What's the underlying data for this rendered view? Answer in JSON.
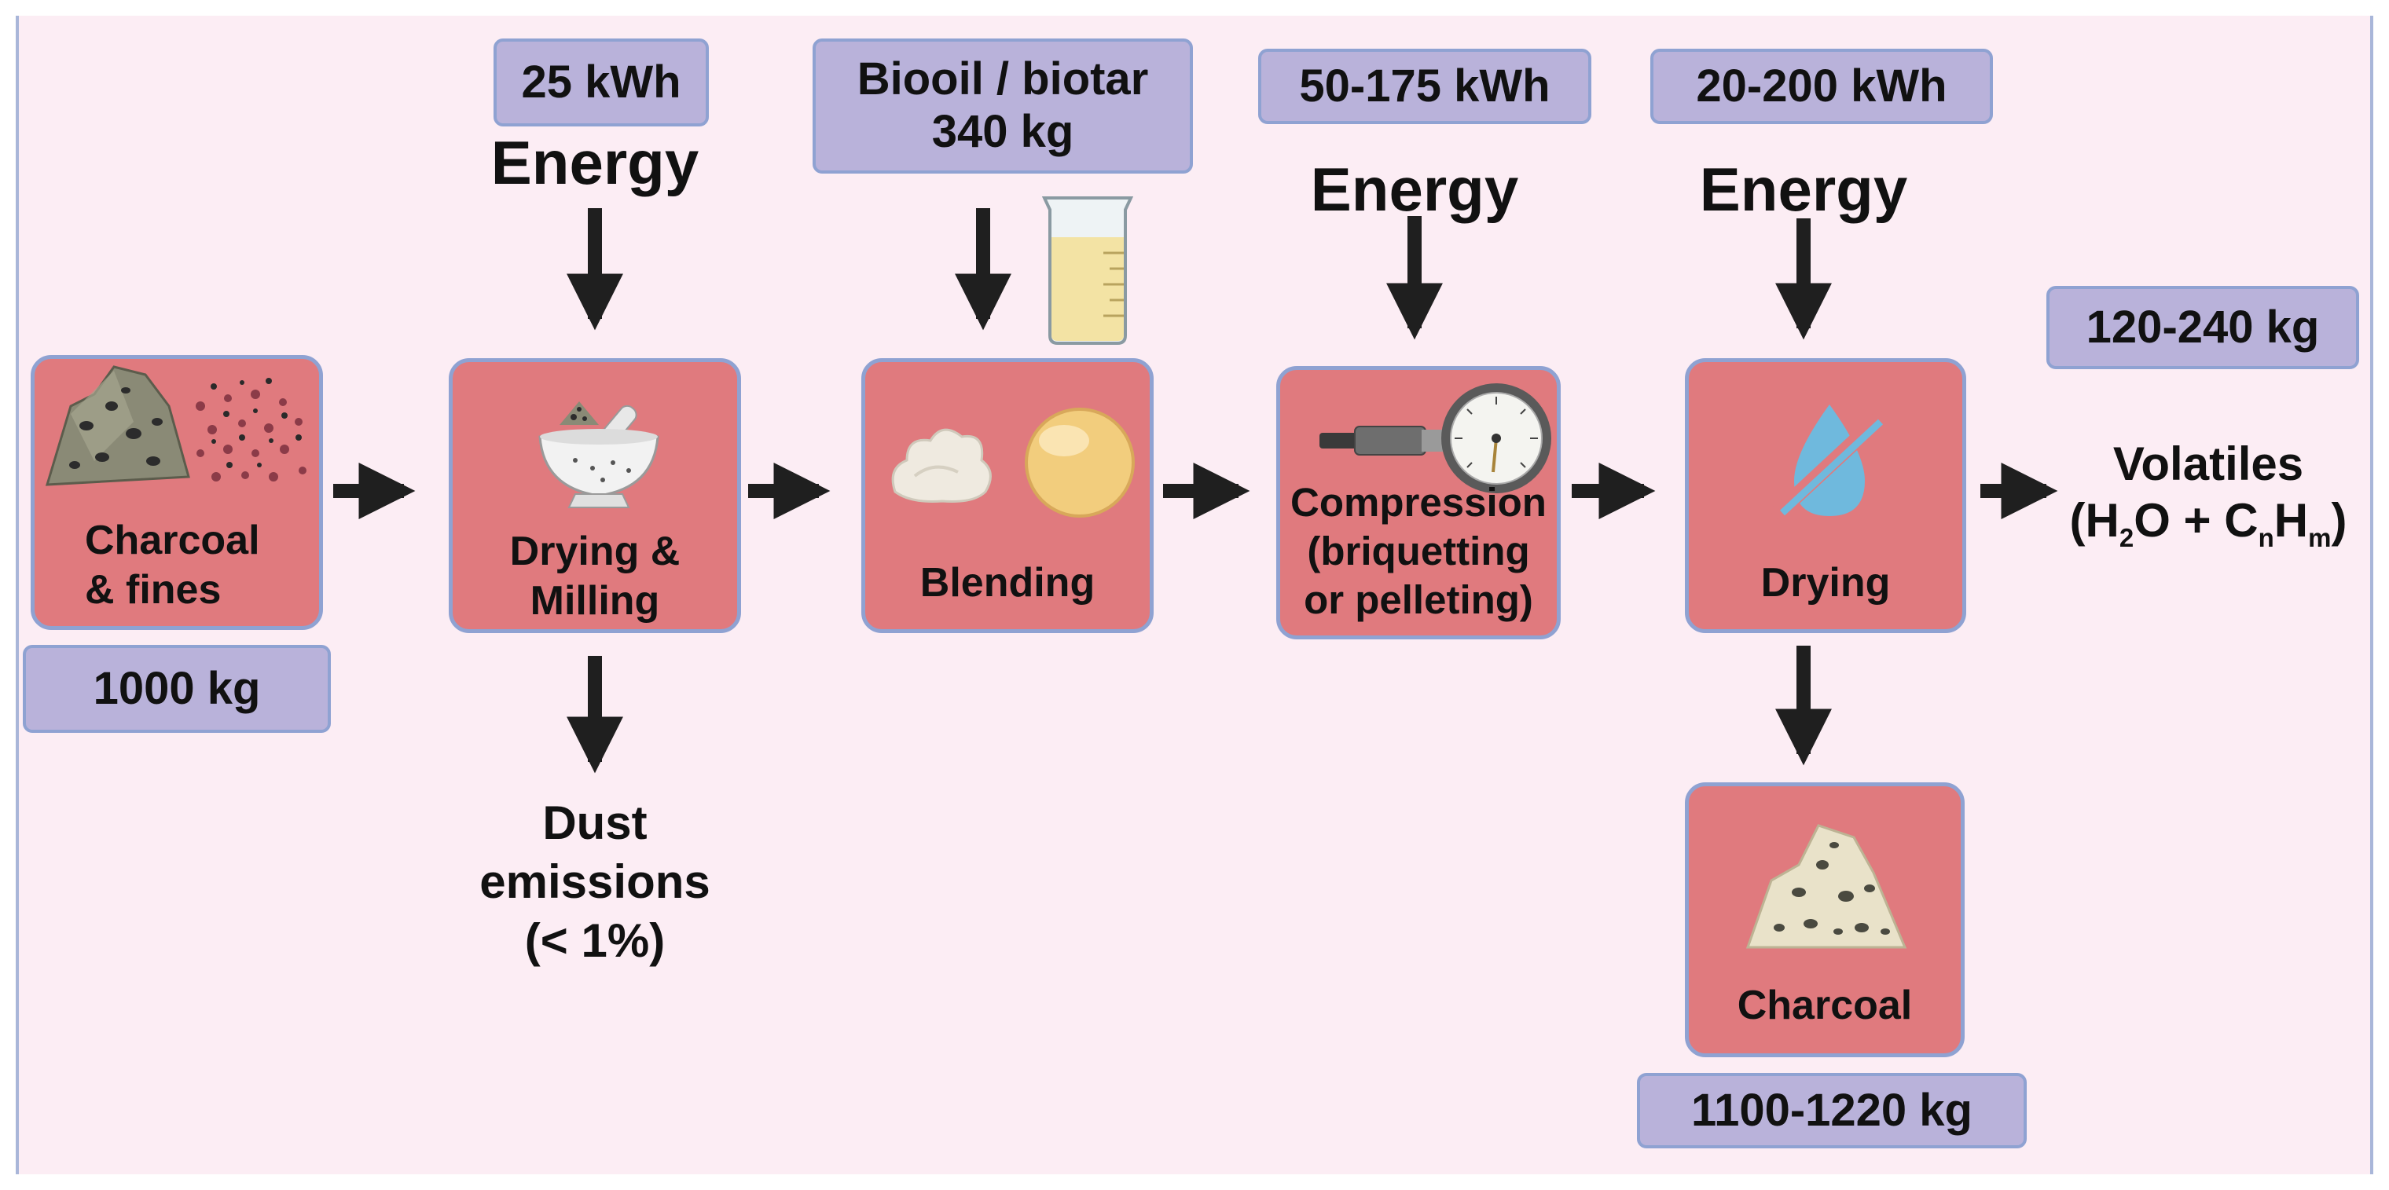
{
  "inputs": {
    "charcoal_mass": "1000 kg",
    "milling_energy": "25 kWh",
    "biooil": "Biooil / biotar\n340 kg",
    "compression_energy": "50-175 kWh",
    "drying_energy": "20-200 kWh"
  },
  "energy_label": "Energy",
  "steps": {
    "feedstock": "Charcoal\n& fines",
    "milling": "Drying &\nMilling",
    "blending": "Blending",
    "compression": "Compression\n(briquetting\nor pelleting)",
    "drying": "Drying",
    "product": "Charcoal"
  },
  "outputs": {
    "dust": "Dust\nemissions\n(< 1%)",
    "volatiles_mass": "120-240 kg",
    "volatiles_title": "Volatiles",
    "product_mass": "1100-1220 kg"
  },
  "colors": {
    "background": "#fcedf4",
    "process_box": "#e07a7e",
    "box_border": "#8fa2d2",
    "tag": "#b9b2da",
    "arrow": "#1f1f1f"
  },
  "icons": {
    "feedstock": "charcoal-and-fines-icon",
    "milling": "mortar-and-pestle-icon",
    "biooil": "beaker-icon",
    "blending_a": "powder-icon",
    "blending_b": "oil-droplet-icon",
    "compression": "pressure-gauge-icon",
    "drying": "no-water-drop-icon",
    "product": "charcoal-icon"
  }
}
